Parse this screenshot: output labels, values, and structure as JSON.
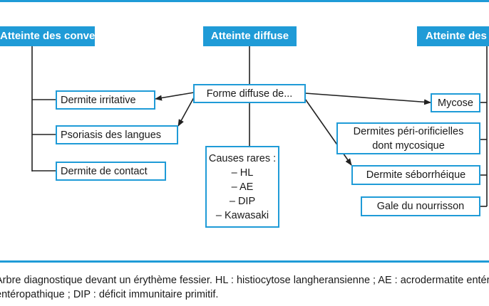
{
  "headers": {
    "left": "Atteinte des convexités",
    "center": "Atteinte diffuse",
    "right": "Atteinte des plis"
  },
  "center_box": "Forme diffuse de...",
  "left_boxes": [
    "Dermite irritative",
    "Psoriasis des langues",
    "Dermite de contact"
  ],
  "rare_causes": {
    "title": "Causes rares :",
    "items": [
      "– HL",
      "– AE",
      "– DIP",
      "– Kawasaki"
    ]
  },
  "right_boxes": {
    "mycose": "Mycose",
    "periorificial_line1": "Dermites péri-orificielles",
    "periorificial_line2": "dont mycosique",
    "seborrheic": "Dermite séborrhéique",
    "gale": "Gale du nourrisson"
  },
  "caption": {
    "line1": "Arbre diagnostique devant un érythème fessier. HL : histiocytose langheransienne ; AE : acrodermatite entéropathique",
    "line2": "entéropathique ; DIP : déficit immunitaire primitif."
  },
  "colors": {
    "accent": "#1f9bd7",
    "line": "#222222"
  }
}
